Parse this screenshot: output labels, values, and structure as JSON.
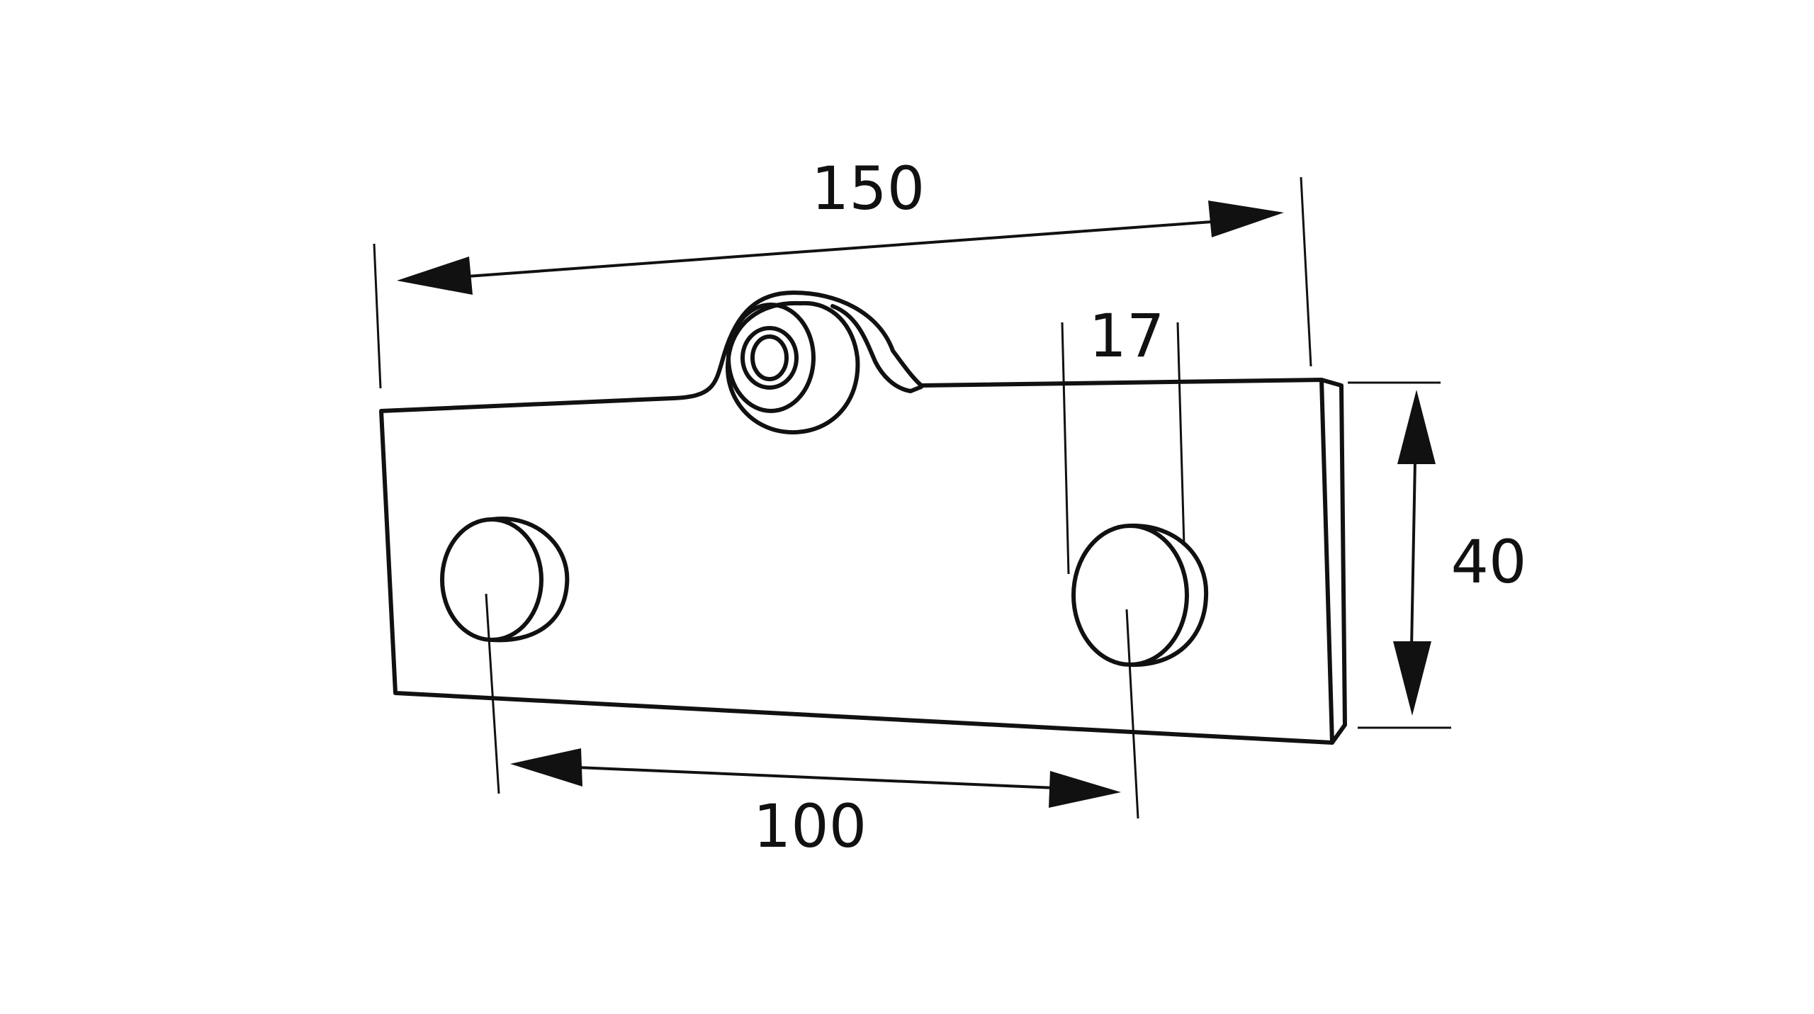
{
  "dimensions": {
    "overall_length": "150",
    "hole_diameter": "17",
    "height": "40",
    "hole_spacing": "100"
  },
  "colors": {
    "line": "#111111",
    "background": "#ffffff"
  }
}
